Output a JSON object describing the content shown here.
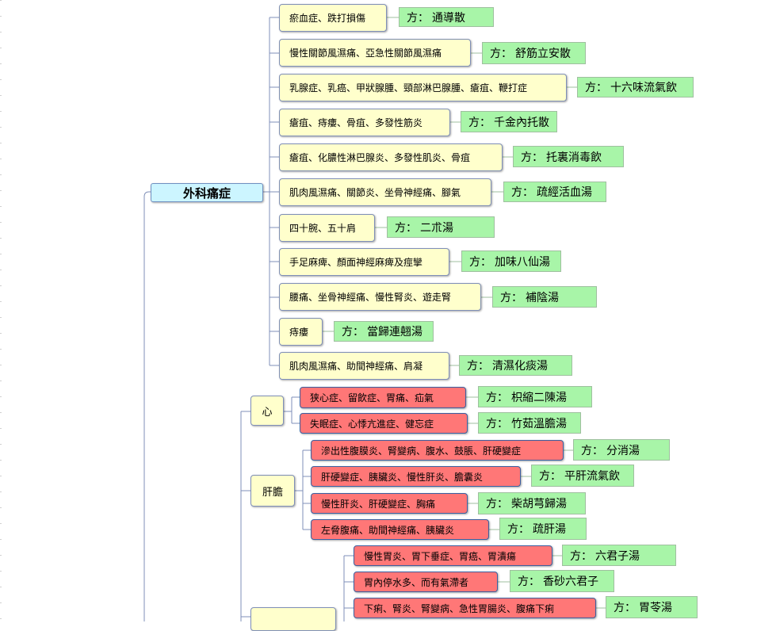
{
  "root": "外科痛症",
  "surgical": [
    {
      "cond": "瘀血症、跌打損傷",
      "rx": "通導散"
    },
    {
      "cond": "慢性關節風濕痛、亞急性關節風濕痛",
      "rx": "舒筋立安散"
    },
    {
      "cond": "乳腺症、乳癌、甲狀腺腫、頸部淋巴腺腫、瘡疽、鞭打症",
      "rx": "十六味流氣飲"
    },
    {
      "cond": "瘡疽、痔瘻、骨疽、多發性筋炎",
      "rx": "千金內托散"
    },
    {
      "cond": "瘡疽、化膿性淋巴腺炎、多發性肌炎、骨疽",
      "rx": "托裏消毒飲"
    },
    {
      "cond": "肌肉風濕痛、關節炎、坐骨神經痛、腳氣",
      "rx": "疏經活血湯"
    },
    {
      "cond": "四十腕、五十肩",
      "rx": "二朮湯"
    },
    {
      "cond": "手足麻痺、顏面神經麻痺及痙攣",
      "rx": "加味八仙湯"
    },
    {
      "cond": "腰痛、坐骨神經痛、慢性腎炎、遊走腎",
      "rx": "補陰湯"
    },
    {
      "cond": "痔瘻",
      "rx": "當歸連翹湯"
    },
    {
      "cond": "肌肉風濕痛、助間神經痛、肩凝",
      "rx": "清濕化痰湯"
    }
  ],
  "heart": {
    "label": "心",
    "items": [
      {
        "cond": "狭心症、留飲症、胃痛、疝氣",
        "rx": "枳縮二陳湯"
      },
      {
        "cond": "失眠症、心悸亢進症、健忘症",
        "rx": "竹茹溫膽湯"
      }
    ]
  },
  "liver": {
    "label": "肝膽",
    "items": [
      {
        "cond": "滲出性腹膜炎、腎變病、腹水、鼓脹、肝硬變症",
        "rx": "分消湯"
      },
      {
        "cond": "肝硬變症、胰臟炎、慢性肝炎、膽囊炎",
        "rx": "平肝流氣飲"
      },
      {
        "cond": "慢性肝炎、肝硬變症、胸痛",
        "rx": "柴胡芎歸湯"
      },
      {
        "cond": "左脅腹痛、助間神經痛、胰臟炎",
        "rx": "疏肝湯"
      }
    ]
  },
  "stomach": {
    "items": [
      {
        "cond": "慢性胃炎、胃下垂症、胃癌、胃潰瘍",
        "rx": "六君子湯"
      },
      {
        "cond": "胃內停水多、而有氣滯者",
        "rx": "香砂六君子"
      },
      {
        "cond": "下痢、腎炎、腎變病、急性胃腸炎、腹痛下痢",
        "rx": "胃苓湯"
      }
    ]
  },
  "rx_prefix": "方：",
  "colors": {
    "condition": "#ffffcc",
    "condition_red": "#ff7777",
    "prescription": "#a8f5a8",
    "root": "#ccf5ff",
    "line": "#7f8fb8"
  }
}
